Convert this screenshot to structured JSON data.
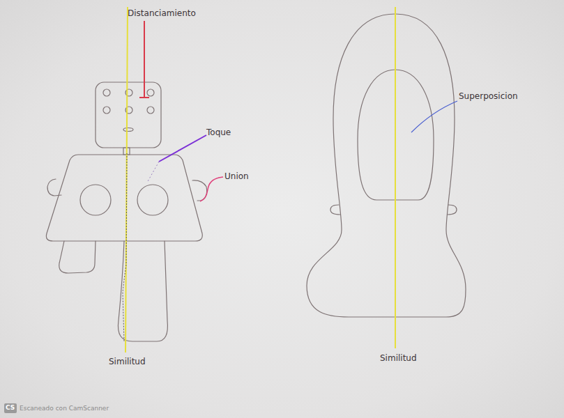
{
  "diagram": {
    "labels": [
      "Distanciamiento",
      "Toque",
      "Union",
      "Similitud",
      "Superposicion",
      "Similitud",
      "CS",
      "Escaneado con CamScanner"
    ]
  }
}
